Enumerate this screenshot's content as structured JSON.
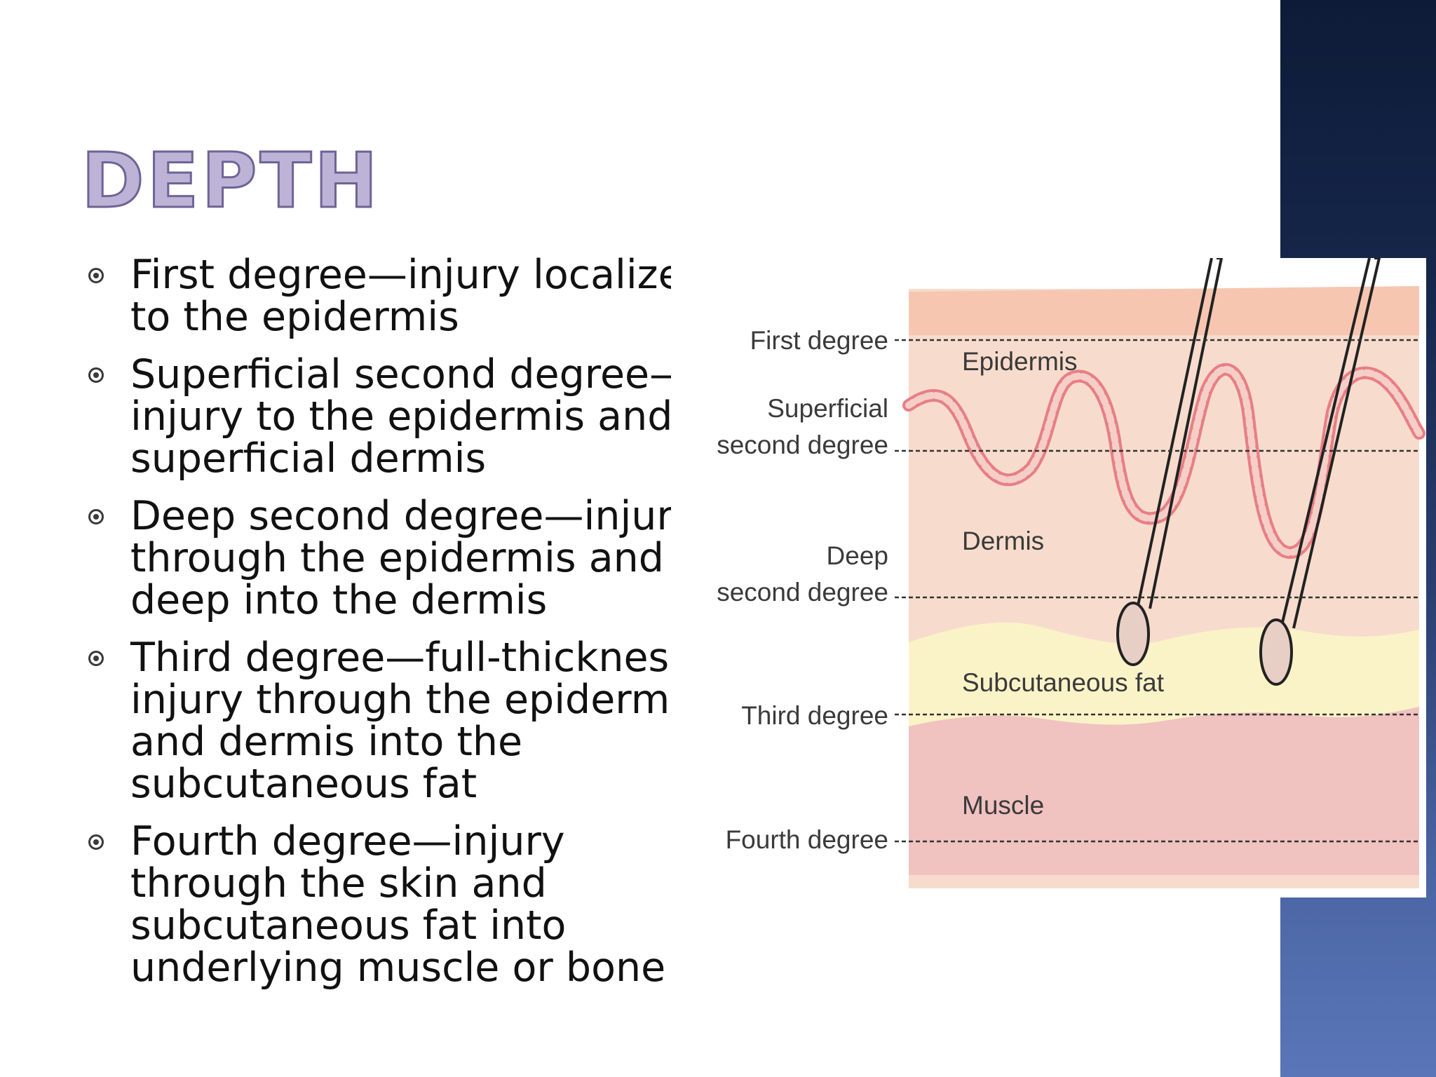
{
  "slide": {
    "title": "DEPTH",
    "bullets": [
      {
        "lines": [
          "First degree—injury localized",
          "to the epidermis"
        ]
      },
      {
        "lines": [
          "Superficial second degree—",
          "injury to the epidermis and",
          "superficial dermis"
        ]
      },
      {
        "lines": [
          "Deep second degree—injury",
          "through the epidermis and",
          "deep into the dermis"
        ]
      },
      {
        "lines": [
          "Third degree—full-thickness",
          "injury through the epidermis",
          "and dermis into the",
          "subcutaneous fat"
        ]
      },
      {
        "lines": [
          "Fourth degree—injury",
          "through the skin and",
          "subcutaneous fat into",
          "underlying muscle or bone"
        ]
      }
    ]
  },
  "figure": {
    "degree_labels": {
      "first": "First degree",
      "superficial_1": "Superficial",
      "superficial_2": "second degree",
      "deep_1": "Deep",
      "deep_2": "second degree",
      "third": "Third degree",
      "fourth": "Fourth degree"
    },
    "layer_labels": {
      "epidermis": "Epidermis",
      "dermis": "Dermis",
      "subcutaneous_fat": "Subcutaneous fat",
      "muscle": "Muscle"
    }
  },
  "colors": {
    "title_fill": "#bdb3d6",
    "title_outline": "#6f6496",
    "epidermis": "#f7c6b0",
    "dermis": "#f7dccd",
    "fat": "#fbf3c8",
    "muscle": "#f0c2c0",
    "band": "#1a2a52"
  }
}
